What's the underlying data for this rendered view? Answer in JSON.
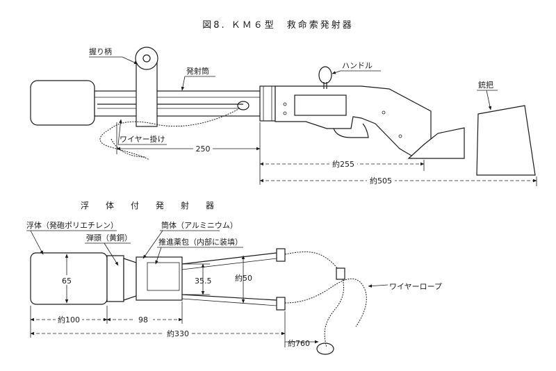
{
  "figure_title": "図8. ＫＭ６型　救命索発射器",
  "launcher": {
    "label_grip": "握り柄",
    "label_barrel": "発射筒",
    "label_handle": "ハンドル",
    "label_stock": "銃把",
    "label_wire_hook": "ワイヤー掛け",
    "dim_250": "250",
    "dim_255": "約255",
    "dim_505": "約505"
  },
  "float_section": {
    "subtitle": "浮　体　付　発　射　器",
    "label_float": "浮体（発砲ポリエチレン）",
    "label_warhead": "弾頭（黄銅）",
    "label_tube": "筒体（アルミニウム）",
    "label_propellant": "推進薬包（内部に装填）",
    "label_wire_rope": "ワイヤーロープ",
    "dim_65": "65",
    "dim_35_5": "35.5",
    "dim_50": "約50",
    "dim_100": "約100",
    "dim_98": "98",
    "dim_330": "約330",
    "dim_760": "約760"
  }
}
